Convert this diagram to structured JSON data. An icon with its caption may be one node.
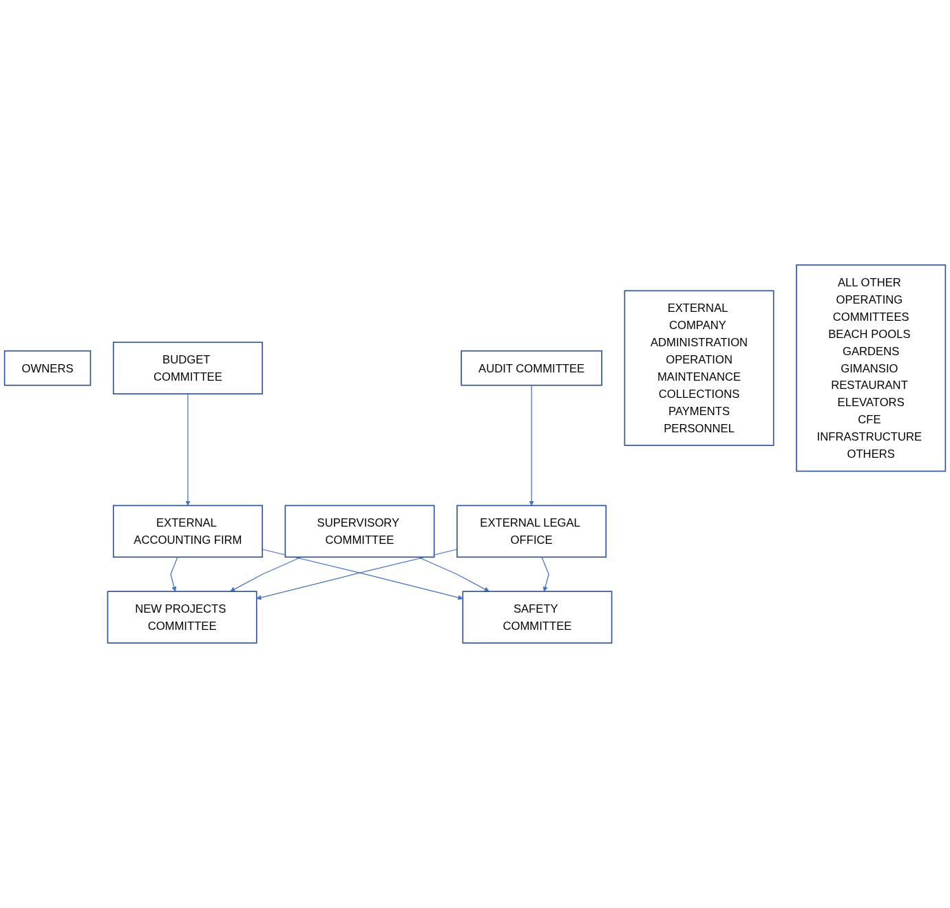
{
  "diagram": {
    "nodes": [
      {
        "text": [
          "OWNERS"
        ]
      },
      {
        "text": [
          "SUPERVISORY COMMITTEE"
        ]
      },
      {
        "text": [
          "BUDGET COMMITTEE"
        ]
      },
      {
        "text": [
          "AUDIT COMMITTEE"
        ]
      },
      {
        "text": [
          "EXTERNAL ACCOUNTING FIRM"
        ]
      },
      {
        "text": [
          "EXTERNAL LEGAL OFFICE"
        ]
      },
      {
        "text": [
          "EXTERNAL COMPANY ADMINISTRATION",
          "OPERATION",
          "MAINTENANCE",
          "COLLECTIONS",
          "PAYMENTS",
          "PERSONNEL"
        ]
      },
      {
        "text": [
          "NEW PROJECTS COMMITTEE"
        ]
      },
      {
        "text": [
          "SAFETY COMMITTEE"
        ]
      },
      {
        "text": [
          "ALL OTHER OPERATING COMMITTEES",
          "BEACH POOLS GARDENS",
          "GIMANSIO RESTAURANT ELEVATORS",
          "CFE INFRASTRUCTURE OTHERS"
        ]
      }
    ],
    "edges": [
      {
        "from": 2,
        "to": 4,
        "arrow": "to"
      },
      {
        "from": 3,
        "to": 5,
        "arrow": "to"
      },
      {
        "from": 4,
        "to": 7,
        "arrow": "to"
      },
      {
        "from": 4,
        "to": 8,
        "arrow": "to"
      },
      {
        "from": 1,
        "to": 7,
        "arrow": "to"
      },
      {
        "from": 1,
        "to": 8,
        "arrow": "to"
      },
      {
        "from": 5,
        "to": 7,
        "arrow": "to"
      },
      {
        "from": 5,
        "to": 8,
        "arrow": "to"
      }
    ]
  }
}
